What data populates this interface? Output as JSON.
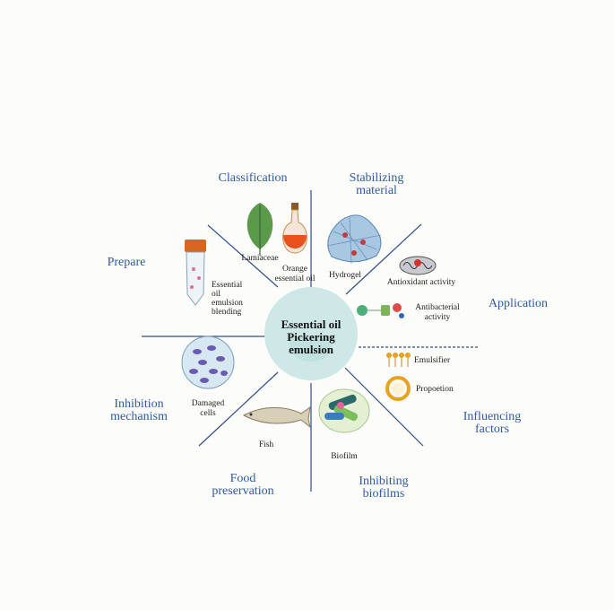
{
  "center": {
    "line1": "Essential oil",
    "line2": "Pickering",
    "line3": "emulsion"
  },
  "categories": {
    "classification": "Classification",
    "stabilizing_1": "Stabilizing",
    "stabilizing_2": "material",
    "prepare": "Prepare",
    "application": "Application",
    "inhibition_1": "Inhibition",
    "inhibition_2": "mechanism",
    "influencing_1": "Influencing",
    "influencing_2": "factors",
    "food_1": "Food",
    "food_2": "preservation",
    "biofilms_1": "Inhibiting",
    "biofilms_2": "biofilms"
  },
  "items": {
    "lamiaceae": "Lamiaceae",
    "orange_1": "Orange",
    "orange_2": "essential oil",
    "hydrogel": "Hydrogel",
    "antioxidant": "Antioxidant activity",
    "antibacterial_1": "Antibacterial",
    "antibacterial_2": "activity",
    "blend_1": "Essential",
    "blend_2": "oil",
    "blend_3": "emulsion",
    "blend_4": "blending",
    "emulsifier": "Emulsifier",
    "propoetion": "Propoetion",
    "damaged_1": "Damaged",
    "damaged_2": "cells",
    "fish": "Fish",
    "biofilm": "Biofilm"
  },
  "colors": {
    "category_text": "#2e5aa6",
    "spoke": "#2e4f8f",
    "center_fill": "#cde8e6"
  }
}
